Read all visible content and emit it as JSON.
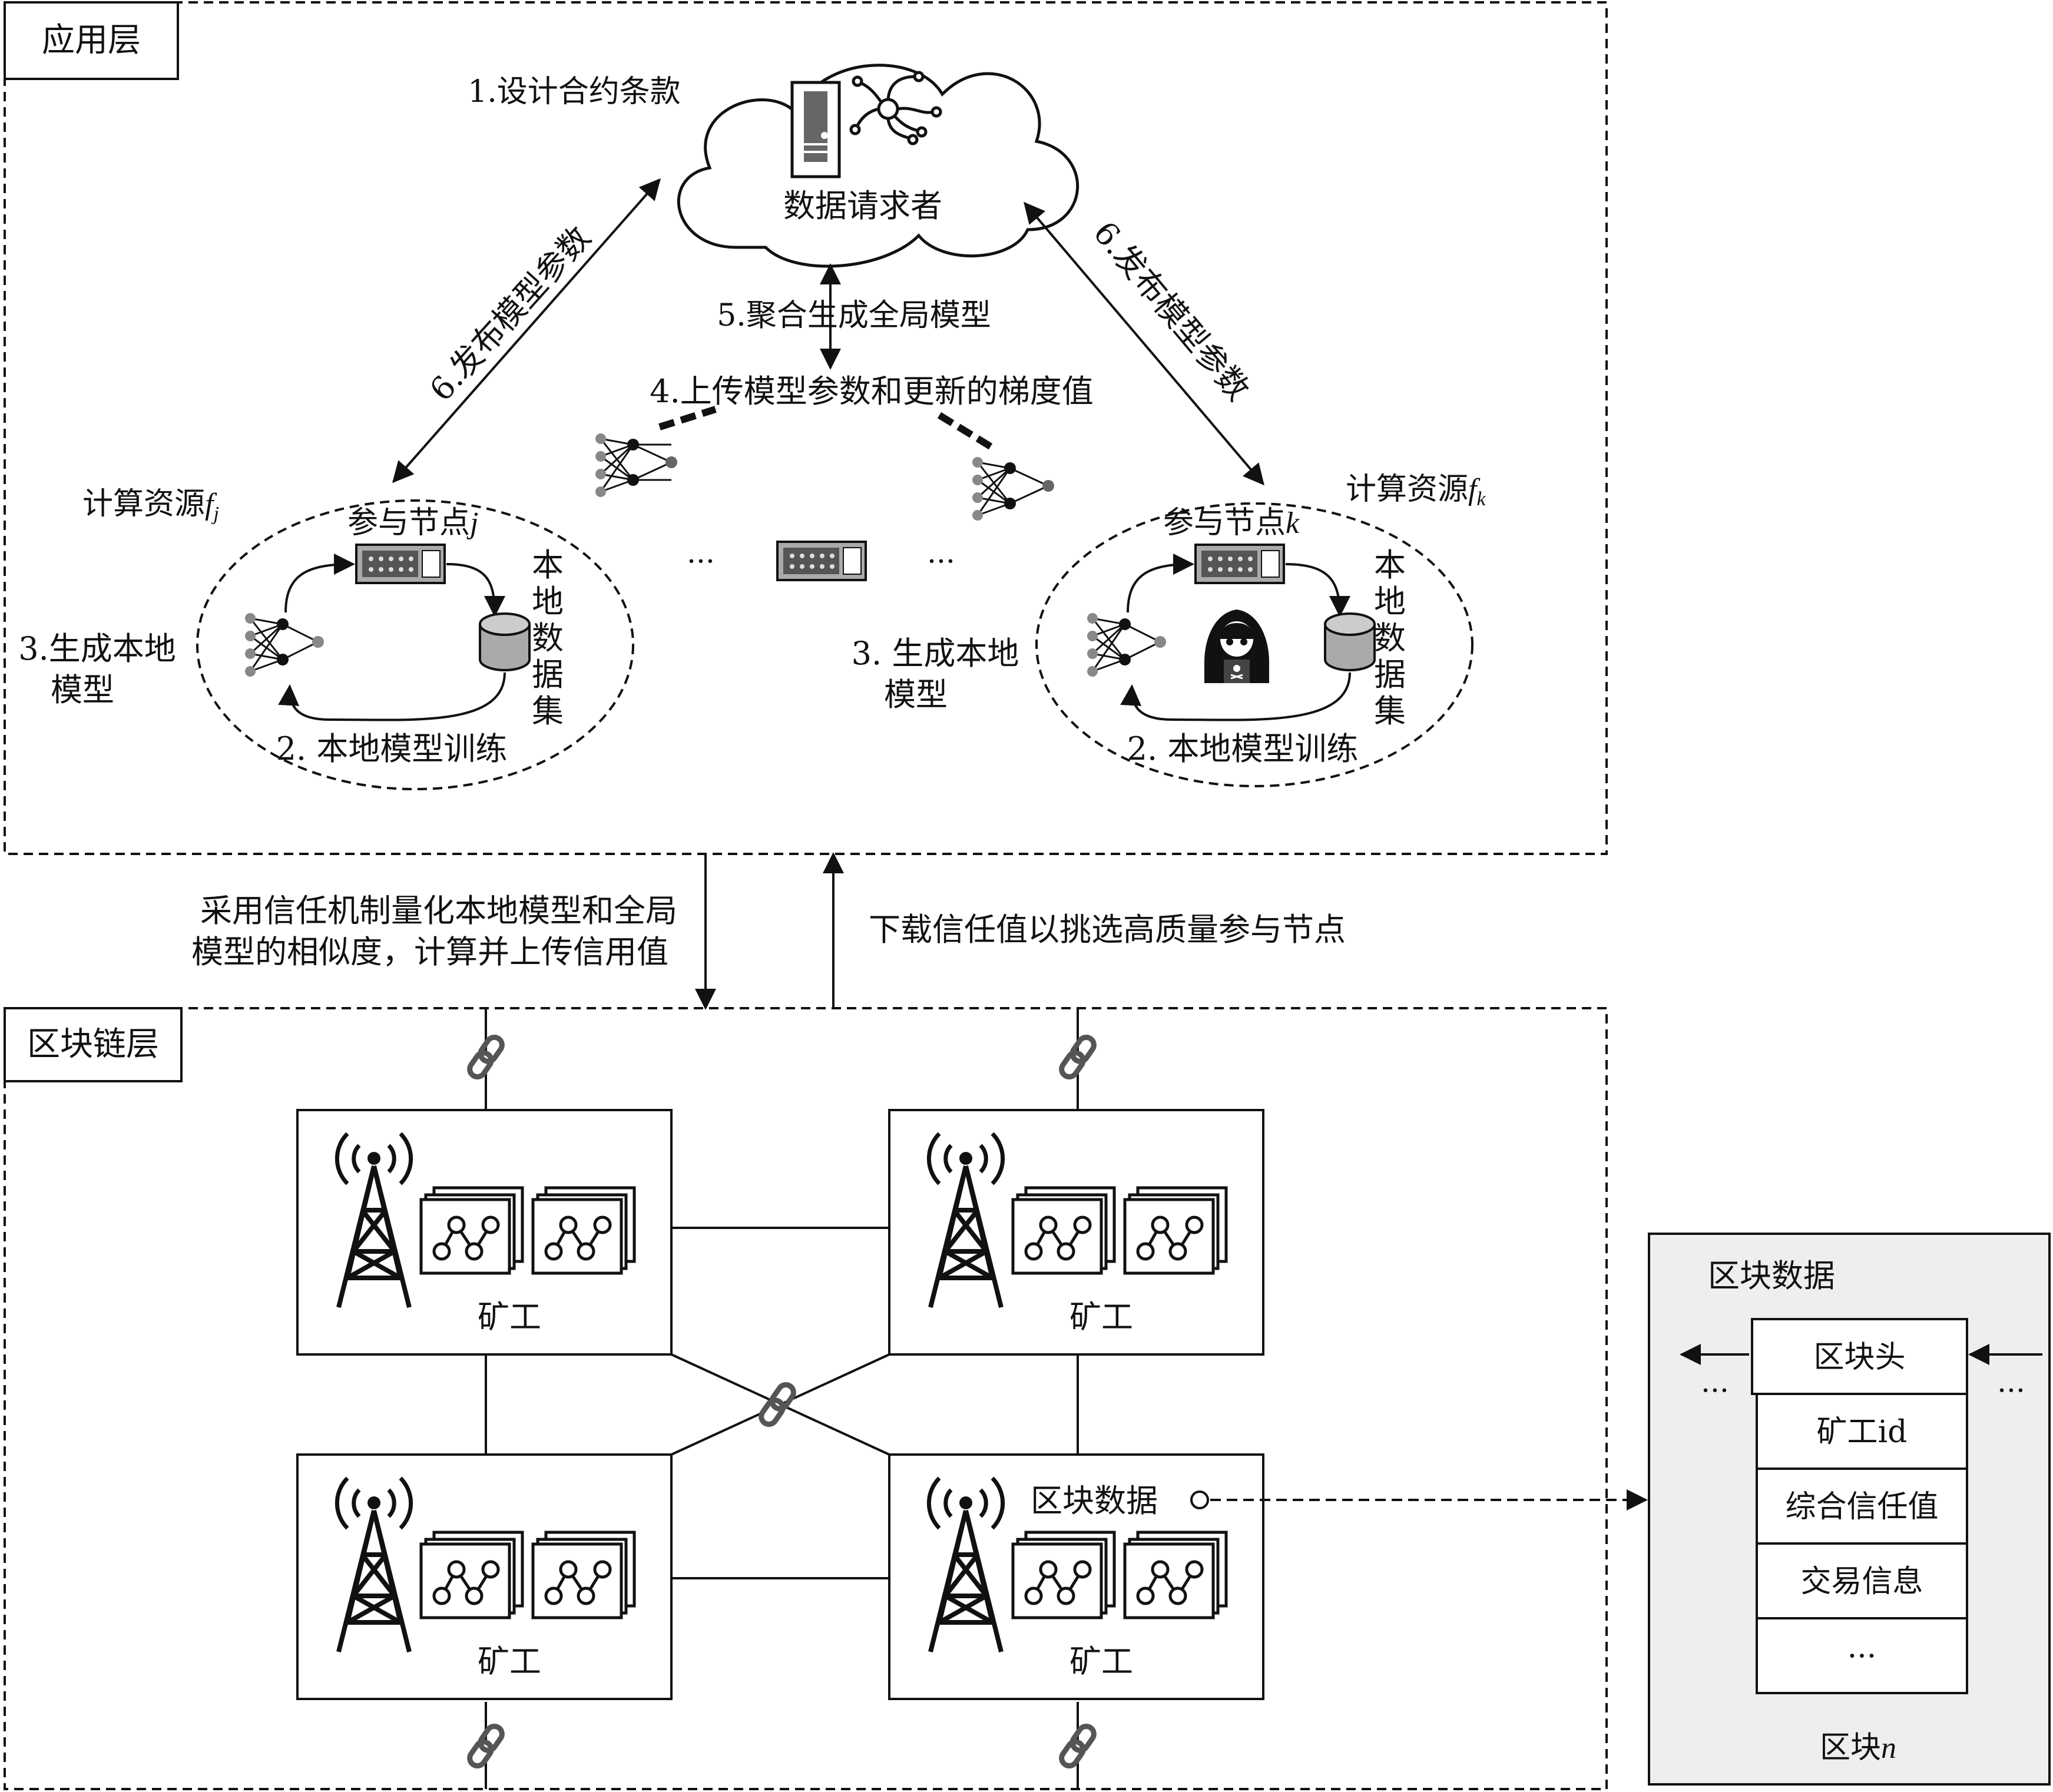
{
  "app_layer": {
    "title": "应用层",
    "step1": "1.设计合约条款",
    "requester": "数据请求者",
    "publish_left": "6.发布模型参数",
    "publish_right": "6.发布模型参数",
    "aggregate": "5.聚合生成全局模型",
    "upload": "4.上传模型参数和更新的梯度值",
    "resource_left_prefix": "计算资源",
    "resource_left_sub": "f",
    "resource_left_index": "j",
    "resource_right_prefix": "计算资源",
    "resource_right_sub": "f",
    "resource_right_index": "k",
    "node_left_prefix": "参与节点",
    "node_left_index": "j",
    "node_right_prefix": "参与节点",
    "node_right_index": "k",
    "local_data_chars": [
      "本",
      "地",
      "数",
      "据",
      "集"
    ],
    "gen_local_left_line1": "3.生成本地",
    "gen_local_left_line2": "模型",
    "gen_local_mid_line1": "3. 生成本地",
    "gen_local_mid_line2": "模型",
    "train_left": "2. 本地模型训练",
    "train_right": "2. 本地模型训练",
    "ellipsis": "···"
  },
  "between": {
    "upload_line1": "采用信任机制量化本地模型和全局",
    "upload_line2": "模型的相似度，计算并上传信用值",
    "download": "下载信任值以挑选高质量参与节点"
  },
  "blockchain_layer": {
    "title": "区块链层",
    "miner_label": "矿工",
    "block_data_label": "区块数据"
  },
  "block_panel": {
    "title": "区块数据",
    "rows": [
      "区块头",
      "矿工id",
      "综合信任值",
      "交易信息",
      "···"
    ],
    "footer_prefix": "区块",
    "footer_index": "n",
    "side_ellipsis": "···"
  },
  "colors": {
    "stroke": "#111111",
    "panel_fill": "#eeeeee",
    "node_gray": "#888888",
    "device_fill": "#aaaaaa"
  }
}
